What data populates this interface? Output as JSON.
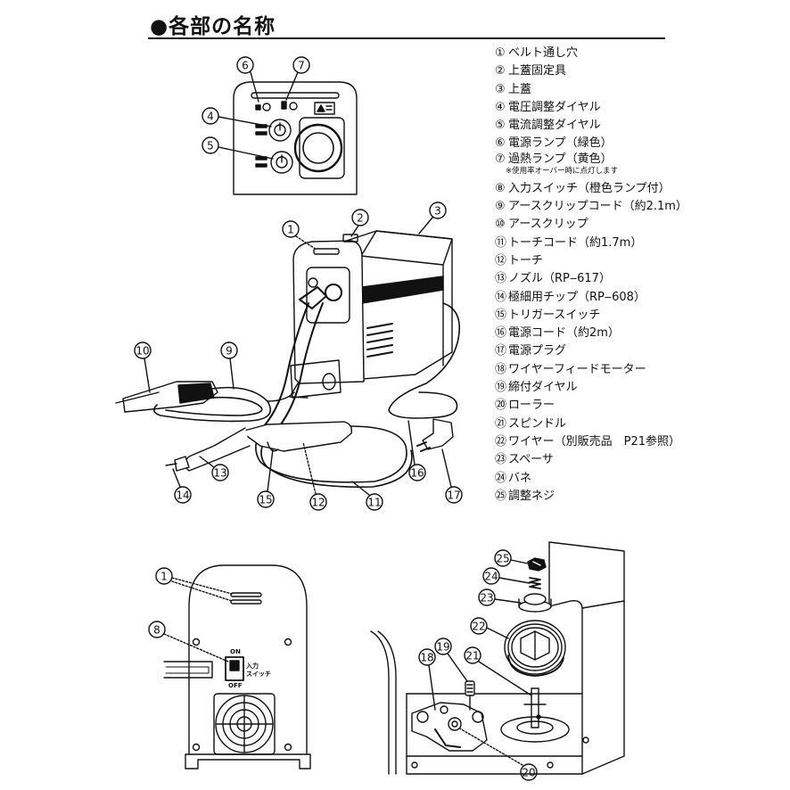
{
  "page": {
    "title": "各部の名称"
  },
  "parts": [
    {
      "num": "①",
      "name": "ベルト通し穴"
    },
    {
      "num": "②",
      "name": "上蓋固定具"
    },
    {
      "num": "③",
      "name": "上蓋"
    },
    {
      "num": "④",
      "name": "電圧調整ダイヤル"
    },
    {
      "num": "⑤",
      "name": "電流調整ダイヤル"
    },
    {
      "num": "⑥",
      "name": "電源ランプ（緑色）"
    },
    {
      "num": "⑦",
      "name": "過熱ランプ（黄色）",
      "note": "※使用率オーバー時に点灯します"
    },
    {
      "num": "⑧",
      "name": "入力スイッチ（橙色ランプ付）"
    },
    {
      "num": "⑨",
      "name": "アースクリップコード（約2.1m）"
    },
    {
      "num": "⑩",
      "name": "アースクリップ"
    },
    {
      "num": "⑪",
      "name": "トーチコード（約1.7m）"
    },
    {
      "num": "⑫",
      "name": "トーチ"
    },
    {
      "num": "⑬",
      "name": "ノズル（RP‒617）"
    },
    {
      "num": "⑭",
      "name": "極細用チップ（RP‒608）"
    },
    {
      "num": "⑮",
      "name": "トリガースイッチ"
    },
    {
      "num": "⑯",
      "name": "電源コード（約2m）"
    },
    {
      "num": "⑰",
      "name": "電源プラグ"
    },
    {
      "num": "⑱",
      "name": "ワイヤーフィードモーター"
    },
    {
      "num": "⑲",
      "name": "締付ダイヤル"
    },
    {
      "num": "⑳",
      "name": "ローラー"
    },
    {
      "num": "㉑",
      "name": "スピンドル"
    },
    {
      "num": "㉒",
      "name": "ワイヤー（別販売品　P21参照）"
    },
    {
      "num": "㉓",
      "name": "スペーサ"
    },
    {
      "num": "㉔",
      "name": "バネ"
    },
    {
      "num": "㉕",
      "name": "調整ネジ"
    }
  ],
  "rear_panel": {
    "switch_on": "ON",
    "switch_off": "OFF",
    "switch_label_1": "入力",
    "switch_label_2": "スイッチ"
  }
}
